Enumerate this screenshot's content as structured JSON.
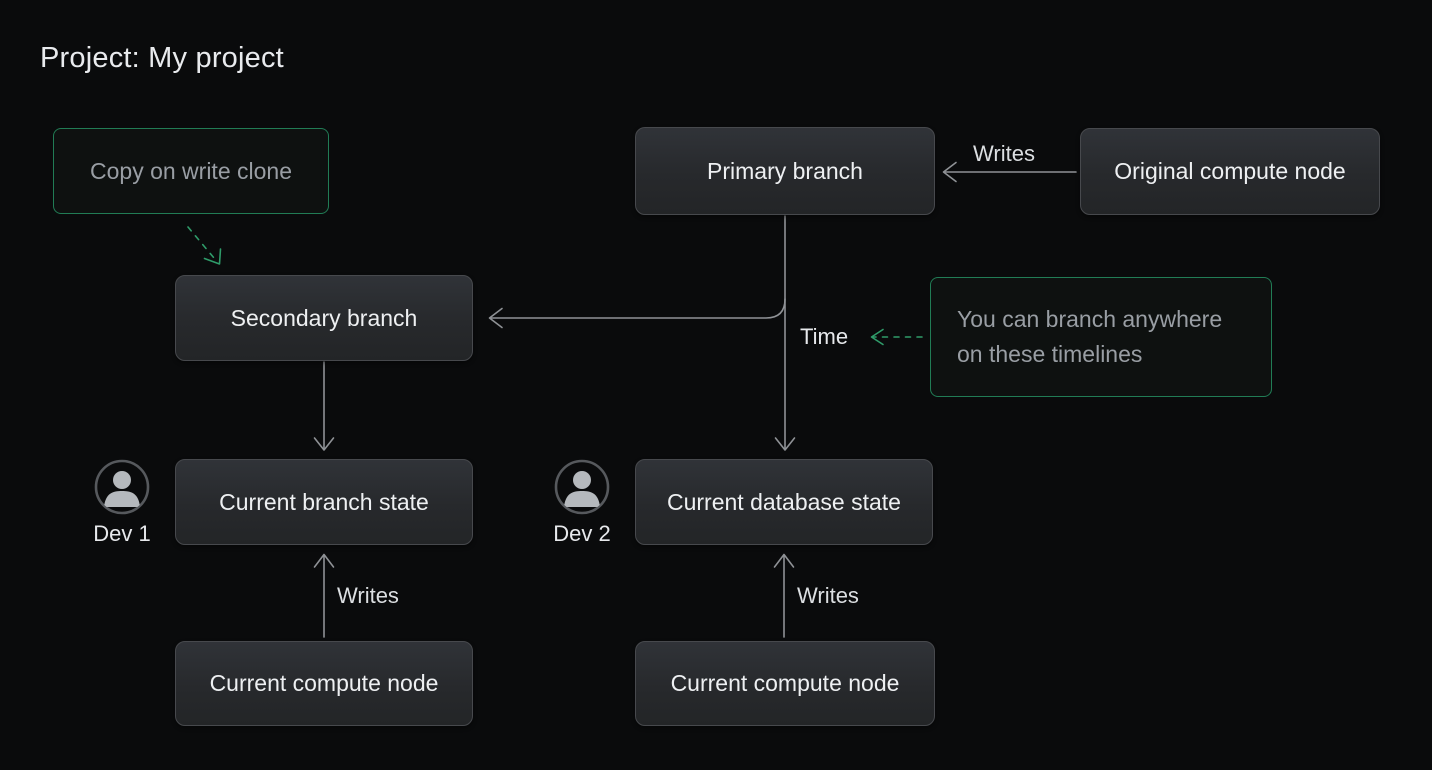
{
  "page": {
    "title": "Project: My project"
  },
  "nodes": {
    "copy_on_write_clone": "Copy on write clone",
    "primary_branch": "Primary branch",
    "original_compute_node": "Original compute node",
    "secondary_branch": "Secondary branch",
    "current_branch_state": "Current branch state",
    "current_database_state": "Current database state",
    "current_compute_node_left": "Current compute node",
    "current_compute_node_right": "Current compute node"
  },
  "note": {
    "line1": "You can branch anywhere",
    "line2": "on these timelines"
  },
  "labels": {
    "writes_top": "Writes",
    "writes_left": "Writes",
    "writes_right": "Writes",
    "time": "Time",
    "dev1": "Dev 1",
    "dev2": "Dev 2"
  },
  "icons": {
    "dev1": "person-icon",
    "dev2": "person-icon"
  },
  "colors": {
    "background": "#0a0b0c",
    "box_background_top": "#303338",
    "box_background_bottom": "#232527",
    "box_border": "#47494d",
    "box_text": "#eef0f2",
    "green_border": "#217c55",
    "green_arrow": "#2f9c6a",
    "muted_text": "#999ea4",
    "label_text": "#e7e9ec",
    "arrow": "#8f9296",
    "title_text": "#e9ebee",
    "person_icon_fill": "#b5b9bd",
    "person_icon_ring": "#56595d"
  }
}
